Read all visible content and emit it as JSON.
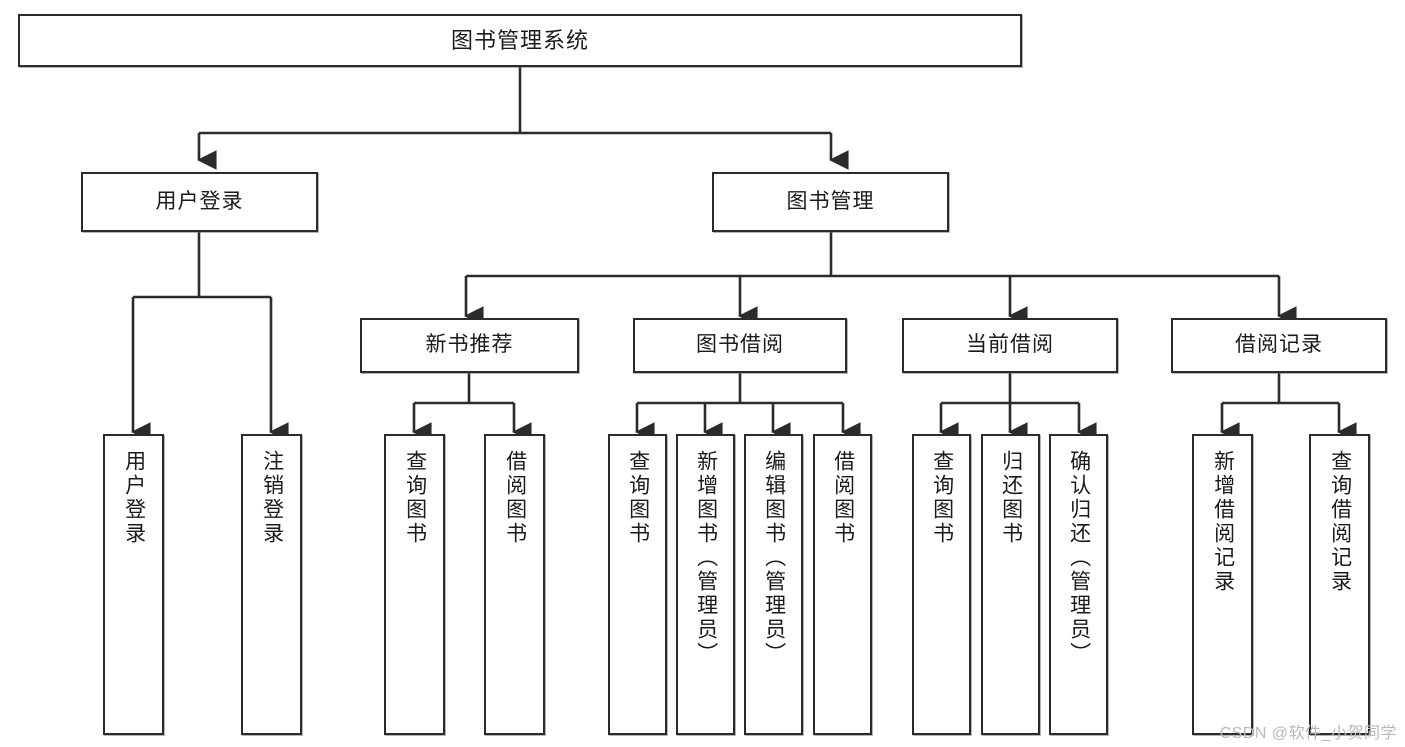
{
  "diagram": {
    "type": "tree-hierarchy",
    "title": "图书管理系统",
    "root": {
      "label": "图书管理系统"
    },
    "level2": [
      {
        "label": "用户登录"
      },
      {
        "label": "图书管理"
      }
    ],
    "level3": [
      {
        "label": "新书推荐"
      },
      {
        "label": "图书借阅"
      },
      {
        "label": "当前借阅"
      },
      {
        "label": "借阅记录"
      }
    ],
    "leaves": [
      {
        "label": "用户登录"
      },
      {
        "label": "注销登录"
      },
      {
        "label": "查询图书"
      },
      {
        "label": "借阅图书"
      },
      {
        "label": "查询图书"
      },
      {
        "label": "新增图书（管理员）"
      },
      {
        "label": "编辑图书（管理员）"
      },
      {
        "label": "借阅图书"
      },
      {
        "label": "查询图书"
      },
      {
        "label": "归还图书"
      },
      {
        "label": "确认归还（管理员）"
      },
      {
        "label": "新增借阅记录"
      },
      {
        "label": "查询借阅记录"
      }
    ]
  },
  "watermark": {
    "text": "CSDN @软件_小贺同学"
  },
  "colors": {
    "stroke": "#2b2b2b",
    "fill": "#ffffff",
    "text": "#1b1b1b",
    "watermark": "#b9b9b9"
  }
}
